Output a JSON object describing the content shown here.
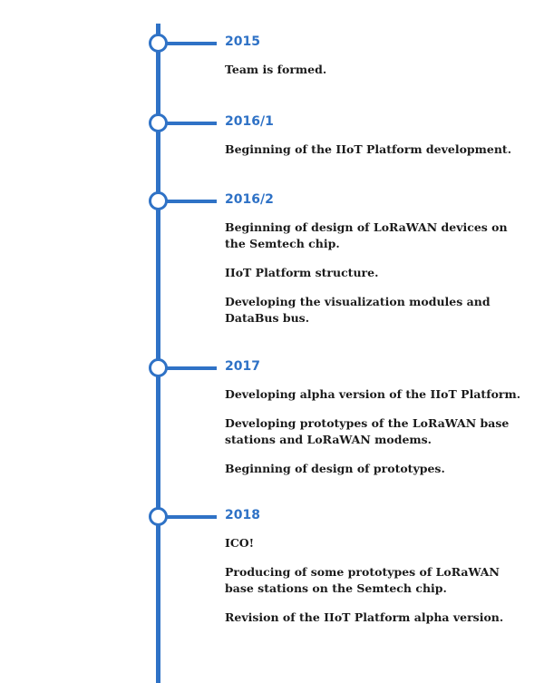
{
  "milestones": [
    {
      "year": "2015",
      "events": [
        "Team is formed."
      ]
    },
    {
      "year": "2016/1",
      "events": [
        "Beginning of the IIoT Platform development."
      ]
    },
    {
      "year": "2016/2",
      "events": [
        "Beginning of design of LoRaWAN devices on the Semtech chip.",
        "IIoT Platform structure.",
        "Developing the visualization modules and DataBus bus."
      ]
    },
    {
      "year": "2017",
      "events": [
        "Developing alpha version of the IIoT Platform.",
        "Developing prototypes of the LoRaWAN base stations and LoRaWAN modems.",
        "Beginning of design of prototypes."
      ]
    },
    {
      "year": "2018",
      "events": [
        "ICO!",
        "Producing of some prototypes of LoRaWAN base stations on the Semtech chip.",
        "Revision of the IIoT Platform alpha version."
      ]
    }
  ],
  "colors": {
    "accent": "#2f72c6",
    "text": "#1b1b1b",
    "background": "#ffffff"
  }
}
